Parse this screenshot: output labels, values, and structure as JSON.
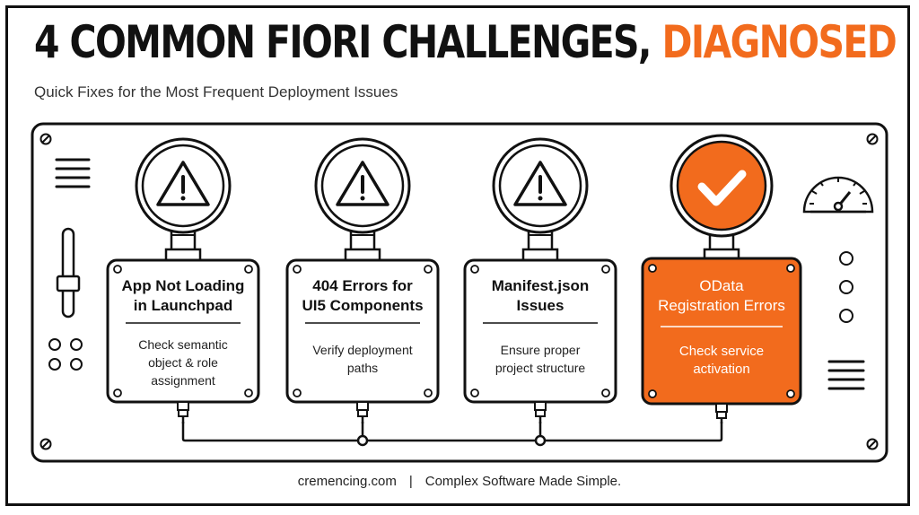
{
  "header": {
    "title_main": "4 COMMON FIORI CHALLENGES,",
    "title_highlight": "DIAGNOSED",
    "subtitle": "Quick Fixes for the Most Frequent Deployment Issues"
  },
  "cards": [
    {
      "title_line1": "App Not Loading",
      "title_line2": "in Launchpad",
      "desc_line1": "Check semantic",
      "desc_line2": "object & role",
      "desc_line3": "assignment",
      "status": "warning-icon"
    },
    {
      "title_line1": "404 Errors for",
      "title_line2": "UI5 Components",
      "desc_line1": "Verify deployment",
      "desc_line2": "paths",
      "desc_line3": "",
      "status": "warning-icon"
    },
    {
      "title_line1": "Manifest.json",
      "title_line2": "Issues",
      "desc_line1": "Ensure proper",
      "desc_line2": "project structure",
      "desc_line3": "",
      "status": "warning-icon"
    },
    {
      "title_line1": "OData",
      "title_line2": "Registration Errors",
      "desc_line1": "Check service",
      "desc_line2": "activation",
      "desc_line3": "",
      "status": "checkmark-icon"
    }
  ],
  "footer": {
    "site": "cremencing.com",
    "separator": "|",
    "tagline": "Complex Software Made Simple."
  },
  "colors": {
    "accent": "#f26b1d",
    "ink": "#111111"
  }
}
